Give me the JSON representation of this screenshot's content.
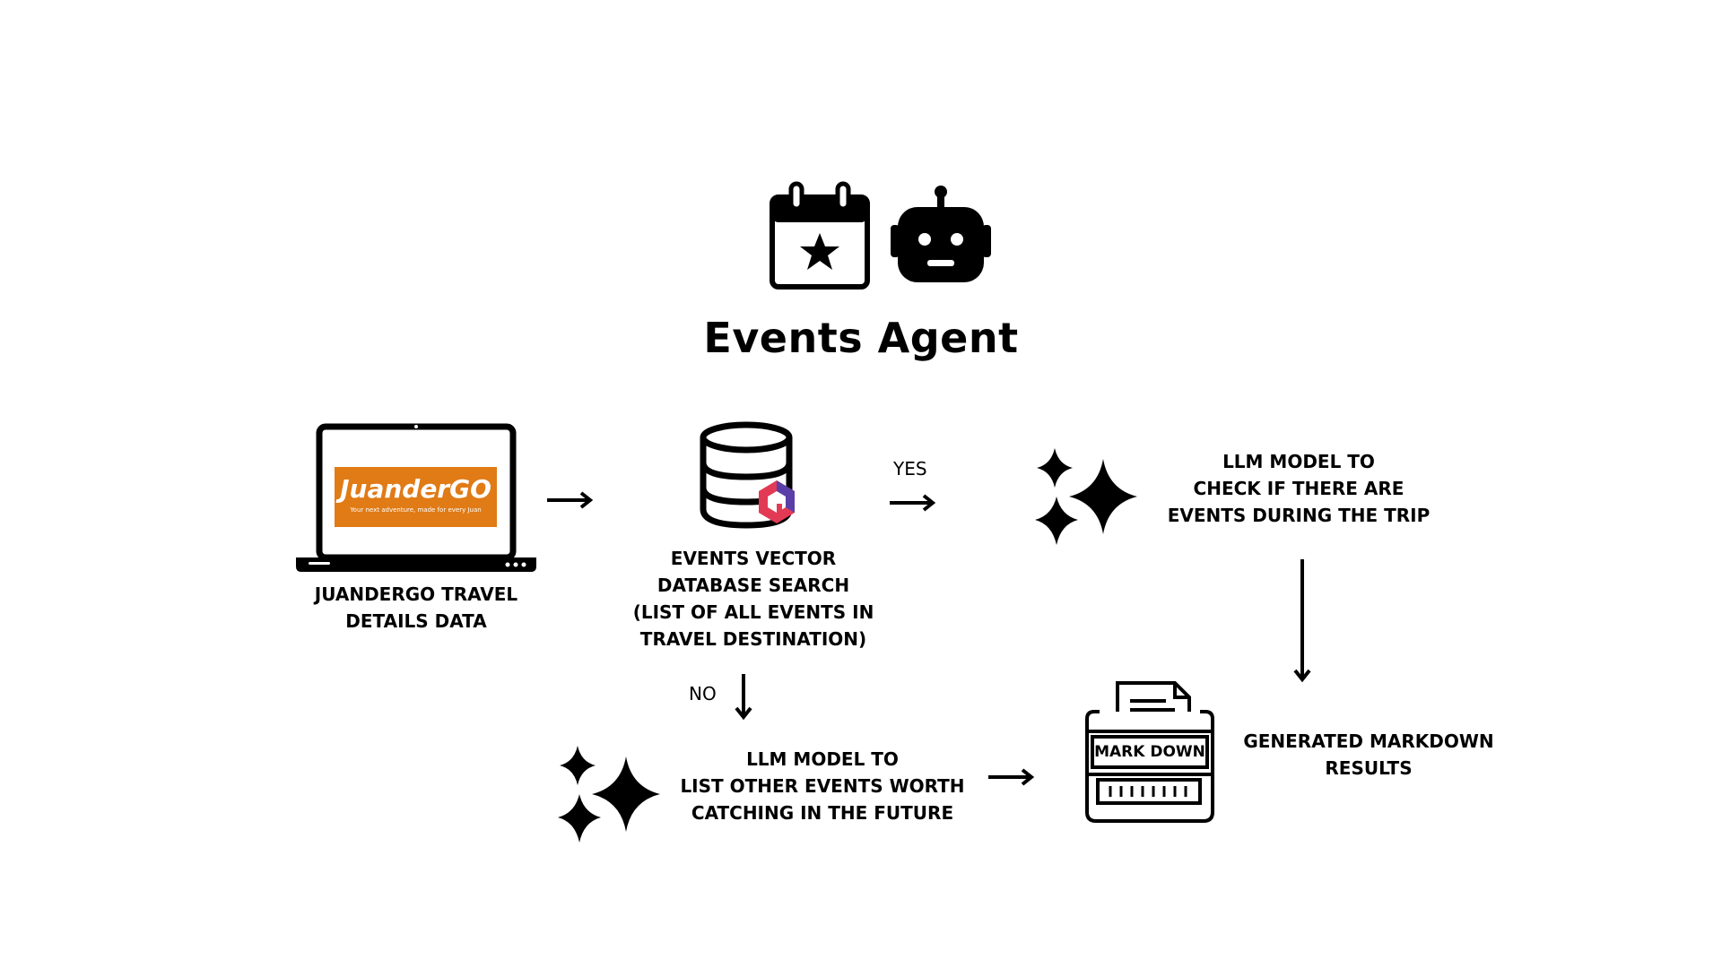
{
  "title": "Events Agent",
  "nodes": {
    "travel_data": {
      "label": "JUANDERGO TRAVEL\nDETAILS DATA",
      "logo_text": "JuanderGO",
      "tagline": "Your next adventure, made for every Juan"
    },
    "vector_search": {
      "label": "EVENTS VECTOR\nDATABASE SEARCH\n(LIST OF ALL EVENTS IN\nTRAVEL DESTINATION)"
    },
    "llm_check": {
      "label": "LLM MODEL TO\nCHECK IF THERE ARE\nEVENTS DURING THE TRIP"
    },
    "llm_future": {
      "label": "LLM MODEL TO\nLIST OTHER EVENTS WORTH\nCATCHING IN THE FUTURE"
    },
    "markdown_results": {
      "label": "GENERATED MARKDOWN\nRESULTS",
      "icon_text": "MARK DOWN"
    }
  },
  "edges": {
    "yes_label": "YES",
    "no_label": "NO"
  },
  "colors": {
    "logo_bg": "#e07b16",
    "accent_red": "#e23a55",
    "accent_purple": "#5b3fa8"
  },
  "icons": [
    "calendar-star-icon",
    "robot-icon",
    "laptop-icon",
    "database-icon",
    "sparkles-icon",
    "markdown-file-icon",
    "arrow-icon"
  ]
}
